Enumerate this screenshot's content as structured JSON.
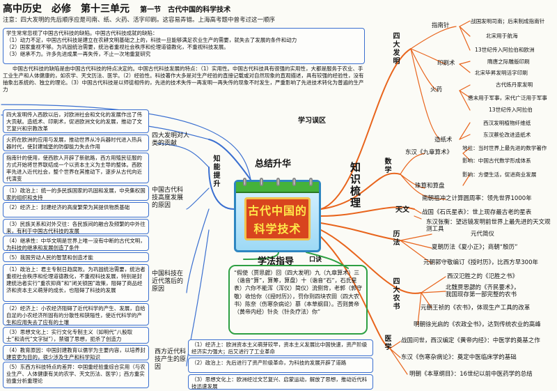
{
  "header": {
    "title": "高中历史　必修　第十三单元",
    "subtitle": "第一节　古代中国的科学技术",
    "note": "注意：四大发明的先后顺序应是司南、纸、火药、活字印刷。这容易弄错。上海高考题中曾考过这一顺序"
  },
  "center": {
    "title": "古代中国的科学技术"
  },
  "branches": {
    "knowledge": "知识梳理",
    "summary": "总结升华",
    "misunderstanding": "学习误区",
    "method": "学法指导",
    "formula": "口诀",
    "ability": "知能提升"
  },
  "misunderstanding_lines": [
    "学生常常忽视了中国古代科技的缺陷。中国古代科技成就的缺陷：",
    "（1）动力不足，中国古代科技是建立在农耕文明基础之上的，科技一旦能够满足农业生产的需要，就失去了发展的条件和动力",
    "（2）国家重视不够。为巩固统治需要，统治者重视社会秩序和伦理道德教化，不重视科技发展。",
    "（3）继承不力。许多先进成果一再失传，不止一次地重复研究"
  ],
  "summary_text": "中国古代科技的缺陷是由中国古代科技的特点决定的。中国古代科技发展的特点：（1）实用性。中国古代科技具有很强的实用性，大都是服务于农业、手工业生产和人体健康的，如农学、天文历法、医学。（2）经验性。科技著作大多是对生产经验的直接记载或对自然现象的直观描述，具有较强的经验性，没有抽象出系统的、独立的理论。（3）中国古代科技是以师徒相传的，先进的技术失传一再发明一再失传的现象不时发生，严重影响了先进技术转化为普遍的生产力",
  "ability": {
    "sections": [
      {
        "title": "四大发明对人类的贡献",
        "items": [
          "四大发明传入西欧以后，对欧洲社会和文化的发展作出了伟大贡献。造纸术、印刷术，促进欧洲文化的发展，推动了文艺复兴和宗教改革",
          "火药在欧洲的应用与发展，推动世界从冷兵器时代进入热兵器时代，使封建城堡的防御能力失去作用",
          "指南针的使用，使西欧人开辟了新航路，西方用殖民征服的方式开始将世界联结成一个以资本主义为主导的整体。西欧率先进入近代社会，整个世界在其推动下，逐步从古代向近代演变"
        ]
      },
      {
        "title": "中国古代科技高度发展的原因",
        "items": [
          "（1）政治上：统一的多民族国家的巩固和发展，中央集权国家的组织和支持",
          "（2）经济上：封建经济的高度繁荣为其提供物质基础",
          "（3）民族关系和对外交往：各民族间的融合及频繁的中外往来，有利于中国古代科技的发展",
          "（4）继承性：中华文明是世界上唯一没有中断的古代文明，为科技的继承和发展创造了条件",
          "（5）我国劳动人民的智慧和创造才能"
        ]
      },
      {
        "title": "中国科技在近代落后的原因",
        "items": [
          "（1）政治上：君主专制日趋腐败。为巩固统治需要，统治者重视社会秩序和伦理道德教化，不重视科技发展，特别是封建统治者实行“重农抑商”和“闭关锁国”政策，阻碍了商品经济和资本主义萌芽的成长，也阻碍了科技的发展",
          "（2）经济上：小农经济阻碍了近代科学的产生、发展，自给自足的小农经济所固有的分散性和狭隘性，使近代科学的产生和应用失去了应有的土壤",
          "（3）思想文化上：实行文化专制主义（如明代“八股取士”和清代“文字狱”），禁锢了思想，扼杀了创造力",
          "（4）教育原因：中国封建教育以儒学为主要内容，以培养封建官吏为目的，很少涉及生产和科学知识",
          "（5）东西方科技特点的差异：中国重经验重综合实用（与农业生产、人体健康有关的农学、天文历法、医学）；西方重实验重分析重理论"
        ]
      },
      {
        "title": "西方近代科技产生的原因",
        "items": [
          "（1）经济上：欧洲资本主义萌芽较早，资本主义发展比中国快速，资产阶级经济实力强大；后又进行了工业革命",
          "（2）政治上：先后进行了资产阶级革命，为科技的发展开辟了道路",
          "（3）思想文化上：欧洲经过文艺复兴、启蒙运动，解放了思想，推动近代科技迅速发展"
        ]
      }
    ]
  },
  "formula_text": "“假使（贾思勰）回（四大发明）九（九章算术）三（谐音“算”，算筹，算盘）十（谐音“石”，石氏星表）六你不能浑（浑仪）简仪）流侧背，老郭（郭守敬）收恰你（《授时历》），罚你到四块农田（四大农书）陈奈（伤寒杂病论）慕（本草纲目）。否则黄帝（黄帝内经）针灸（针灸疗法）你”",
  "knowledge": {
    "four_inventions": {
      "label": "四大发明",
      "groups": [
        {
          "name": "指南针",
          "leaves": [
            "战国发明司南；后来制成指南针",
            "北宋用于航海",
            "13世纪传入阿拉伯和欧洲"
          ]
        },
        {
          "name": "印刷术",
          "leaves": [
            "隋唐之际雕版印刷",
            "北宋毕昇发明活字印刷"
          ]
        },
        {
          "name": "火药",
          "leaves": [
            "古代炼丹家发明",
            "唐末用于军事，宋代广泛用于军事",
            "13世纪传入阿拉伯"
          ]
        },
        {
          "name": "造纸术",
          "leaves": [
            "西汉发明植物纤维纸",
            "东汉蔡伦改进造纸术"
          ]
        }
      ]
    },
    "math": {
      "label": "数学",
      "groups": [
        {
          "name": "东汉《九章算术》",
          "leaves": [
            "地位：当时世界上最先进的数学著作",
            "影响：中国古代数学形成体系"
          ]
        },
        {
          "name": "珠算和算盘",
          "leaves": [
            "影响：方便生活，促进商业发展"
          ]
        }
      ],
      "extra": "南朝祖冲之计算圆周率：领先世界1000年"
    },
    "astronomy": {
      "label": "天文",
      "leaves": [
        "战国《石氏星表》：世上现存最古老的星表",
        "东汉张衡：望远镜发明前世界上最先进的天文观测工具"
      ]
    },
    "calendar": {
      "label": "历法",
      "leaves": [
        "元代简仪",
        "夏朝历法《夏小正》；商朝“殷历”",
        "元朝郭守敬编订《授时历》，比西方早300年"
      ]
    },
    "agri_books": {
      "label": "四大农书",
      "leaves": [
        "西汉氾胜之的《氾胜之书》",
        "北魏贾思勰的《齐民要术》，我国现存第一部完整的农书",
        "元朝王祯的《农书》，体现生产工具的改革",
        "明朝徐光启的《农政全书》，达到传统农业的高峰"
      ]
    },
    "medicine": {
      "label": "医学",
      "leaves": [
        "战国问世，西汉编定《黄帝内经》：中医学的奠基之作",
        "东汉《伤寒杂病论》：奠定中医临床学的基础",
        "明朝《本草纲目》：16世纪以前中医药学的总结"
      ]
    }
  }
}
